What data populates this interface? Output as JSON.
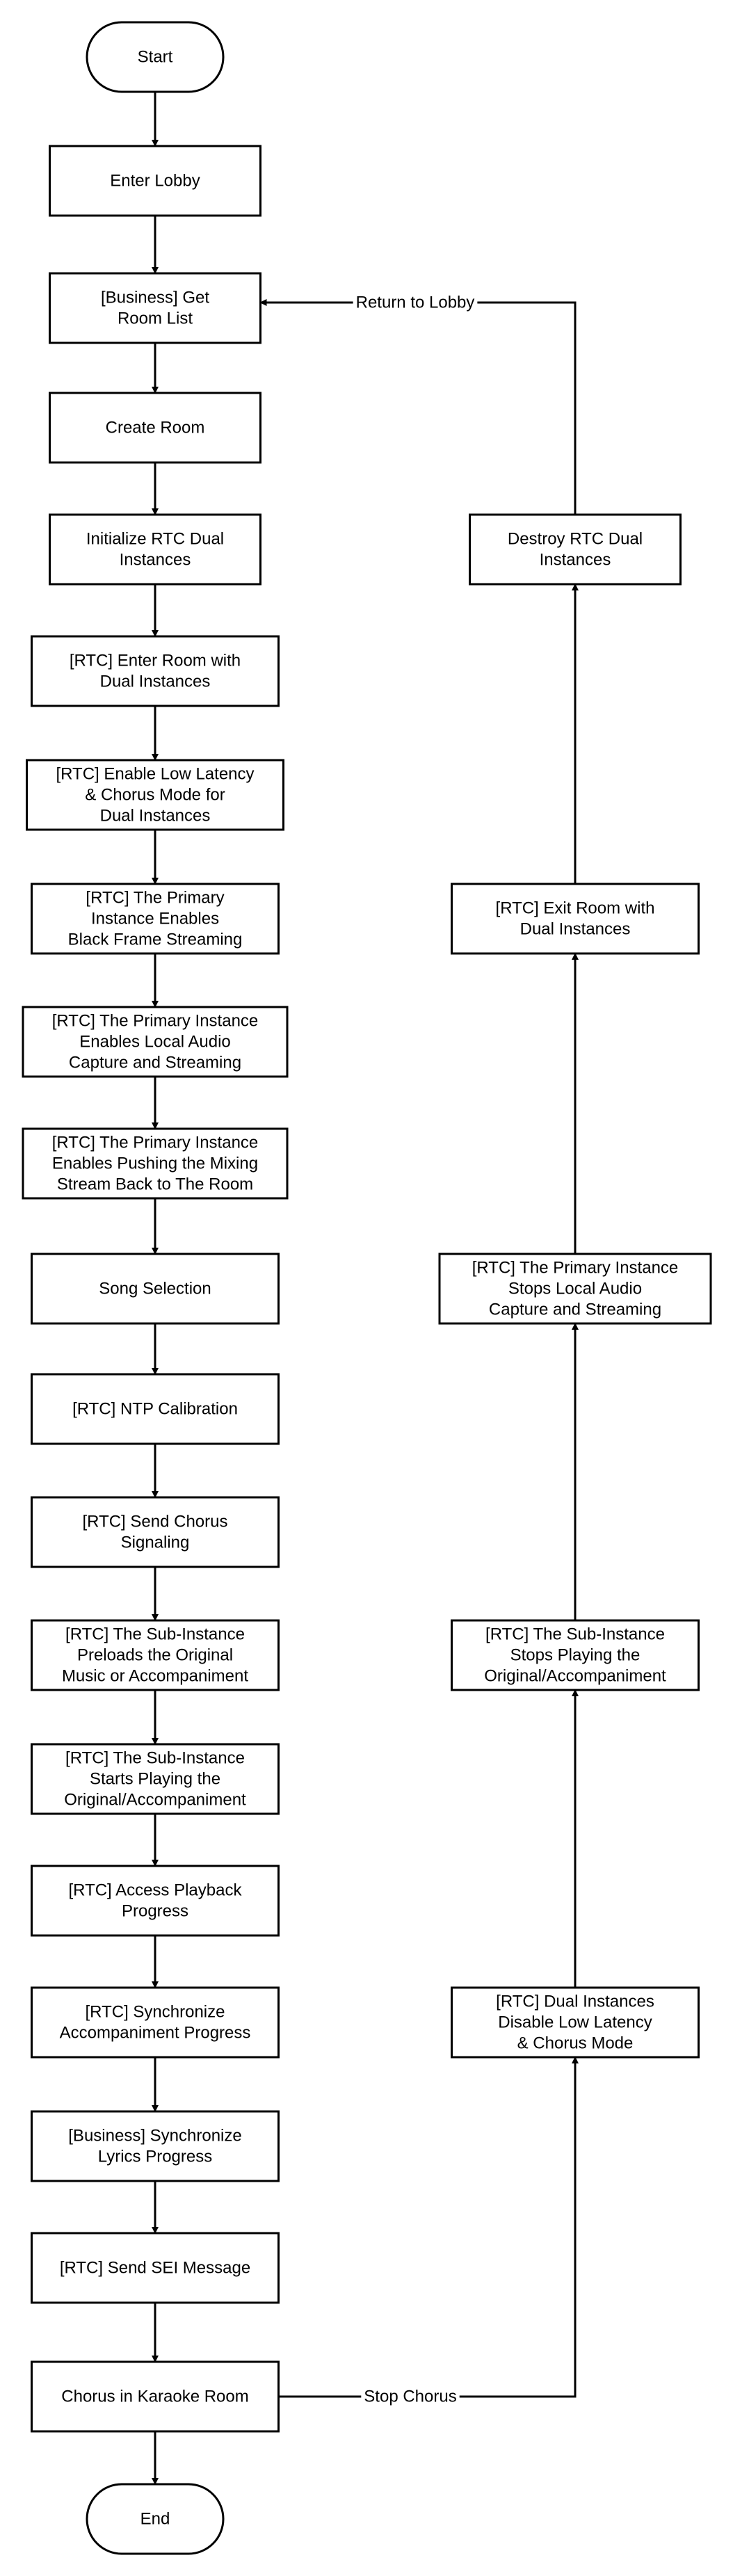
{
  "diagram": {
    "left_column": [
      {
        "id": "start",
        "shape": "terminal",
        "lines": [
          "Start"
        ]
      },
      {
        "id": "enter-lobby",
        "shape": "process",
        "lines": [
          "Enter Lobby"
        ]
      },
      {
        "id": "get-room-list",
        "shape": "process",
        "lines": [
          "[Business] Get",
          "Room List"
        ]
      },
      {
        "id": "create-room",
        "shape": "process",
        "lines": [
          "Create Room"
        ]
      },
      {
        "id": "init-rtc-dual",
        "shape": "process",
        "lines": [
          "Initialize RTC Dual",
          "Instances"
        ]
      },
      {
        "id": "enter-room-dual",
        "shape": "process",
        "lines": [
          "[RTC] Enter Room with",
          "Dual Instances"
        ]
      },
      {
        "id": "enable-low-latency",
        "shape": "process",
        "lines": [
          "[RTC] Enable Low Latency",
          "& Chorus Mode for",
          "Dual Instances"
        ]
      },
      {
        "id": "black-frame",
        "shape": "process",
        "lines": [
          "[RTC] The Primary",
          "Instance Enables",
          "Black Frame Streaming"
        ]
      },
      {
        "id": "local-audio-capture",
        "shape": "process",
        "lines": [
          "[RTC] The Primary Instance",
          "Enables Local Audio",
          "Capture and Streaming"
        ]
      },
      {
        "id": "mixing-stream",
        "shape": "process",
        "lines": [
          "[RTC] The Primary Instance",
          "Enables Pushing the Mixing",
          "Stream Back to The Room"
        ]
      },
      {
        "id": "song-selection",
        "shape": "process",
        "lines": [
          "Song Selection"
        ]
      },
      {
        "id": "ntp-calibration",
        "shape": "process",
        "lines": [
          "[RTC] NTP Calibration"
        ]
      },
      {
        "id": "send-chorus-signaling",
        "shape": "process",
        "lines": [
          "[RTC] Send Chorus",
          "Signaling"
        ]
      },
      {
        "id": "sub-preloads",
        "shape": "process",
        "lines": [
          "[RTC] The Sub-Instance",
          "Preloads the Original",
          "Music or Accompaniment"
        ]
      },
      {
        "id": "sub-starts-playing",
        "shape": "process",
        "lines": [
          "[RTC] The Sub-Instance",
          "Starts Playing the",
          "Original/Accompaniment"
        ]
      },
      {
        "id": "access-playback",
        "shape": "process",
        "lines": [
          "[RTC] Access Playback",
          "Progress"
        ]
      },
      {
        "id": "sync-accompaniment",
        "shape": "process",
        "lines": [
          "[RTC] Synchronize",
          "Accompaniment Progress"
        ]
      },
      {
        "id": "sync-lyrics",
        "shape": "process",
        "lines": [
          "[Business] Synchronize",
          "Lyrics Progress"
        ]
      },
      {
        "id": "send-sei",
        "shape": "process",
        "lines": [
          "[RTC] Send SEI Message"
        ]
      },
      {
        "id": "chorus-karaoke",
        "shape": "process",
        "lines": [
          "Chorus in Karaoke Room"
        ]
      },
      {
        "id": "end",
        "shape": "terminal",
        "lines": [
          "End"
        ]
      }
    ],
    "right_column": [
      {
        "id": "destroy-rtc-dual",
        "shape": "process",
        "lines": [
          "Destroy RTC Dual",
          "Instances"
        ]
      },
      {
        "id": "exit-room-dual",
        "shape": "process",
        "lines": [
          "[RTC] Exit Room with",
          "Dual Instances"
        ]
      },
      {
        "id": "stops-local-audio",
        "shape": "process",
        "lines": [
          "[RTC] The Primary Instance",
          "Stops Local Audio",
          "Capture and Streaming"
        ]
      },
      {
        "id": "sub-stops-playing",
        "shape": "process",
        "lines": [
          "[RTC] The Sub-Instance",
          "Stops Playing the",
          "Original/Accompaniment"
        ]
      },
      {
        "id": "disable-low-latency",
        "shape": "process",
        "lines": [
          "[RTC] Dual Instances",
          "Disable Low Latency",
          "& Chorus Mode"
        ]
      }
    ],
    "edge_labels": {
      "return_to_lobby": "Return to Lobby",
      "stop_chorus": "Stop Chorus"
    }
  }
}
